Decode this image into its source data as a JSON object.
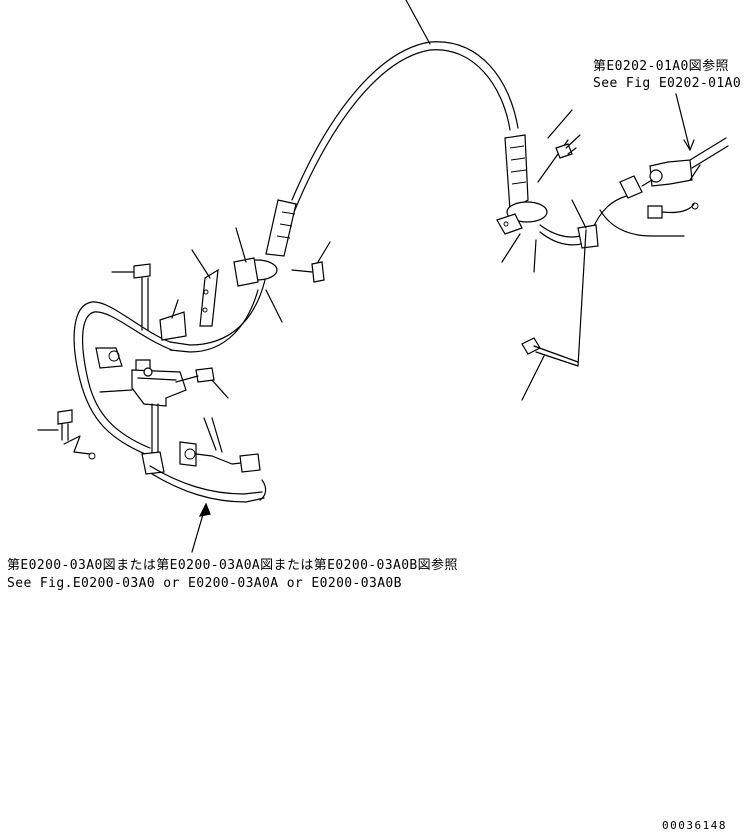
{
  "references": {
    "top_right": {
      "jp": "第E0202-01A0図参照",
      "en": "See Fig E0202-01A0"
    },
    "bottom_left": {
      "jp": "第E0200-03A0図または第E0200-03A0A図または第E0200-03A0B図参照",
      "en": "See Fig.E0200-03A0 or E0200-03A0A or E0200-03A0B"
    }
  },
  "drawing_number": "00036148"
}
